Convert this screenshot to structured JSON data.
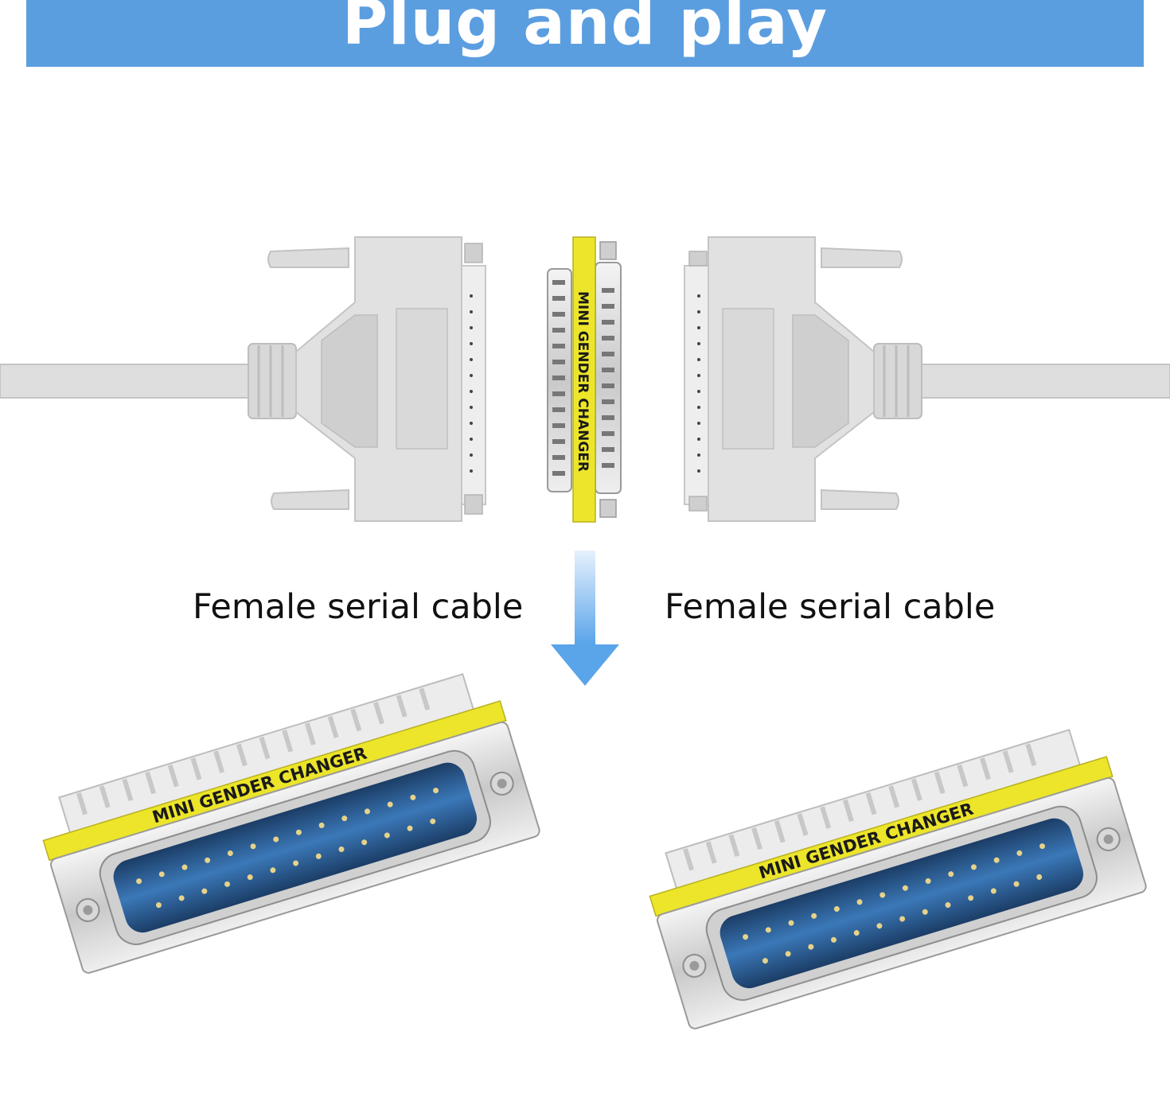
{
  "header": {
    "title": "Plug and play"
  },
  "captions": {
    "left": "Female serial cable",
    "right": "Female serial cable"
  },
  "product": {
    "label": "MINI GENDER CHANGER"
  },
  "colors": {
    "banner": "#5b9ee0",
    "accent_yellow": "#ece52a",
    "cable_gray": "#dedede",
    "arrow_blue": "#5ba4ea",
    "pin_blue": "#2f5f9a"
  },
  "icons": {
    "arrow": "arrow-down-icon"
  }
}
